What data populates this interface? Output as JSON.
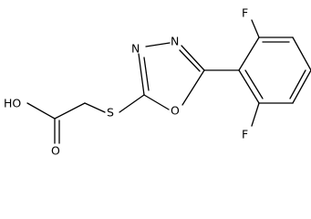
{
  "molecule": {
    "atoms": {
      "oh": "HO",
      "carbonyl_o": "O",
      "s": "S",
      "n1": "N",
      "n2": "N",
      "ring_o": "O",
      "f_top": "F",
      "f_bottom": "F"
    }
  },
  "colors": {
    "ink": "#000000",
    "background": "#ffffff"
  }
}
